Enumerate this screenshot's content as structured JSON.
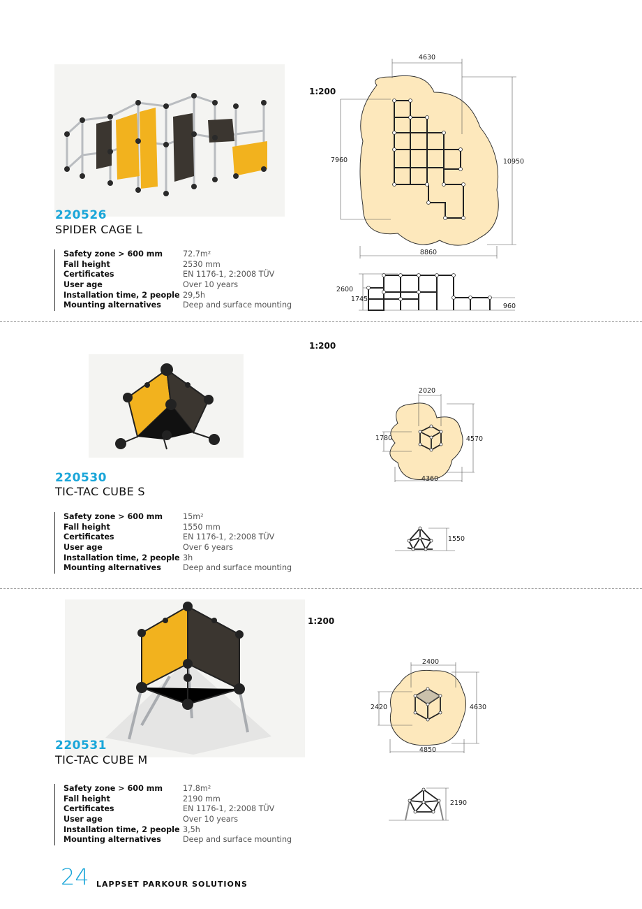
{
  "products": [
    {
      "code": "220526",
      "name": "SPIDER CAGE L",
      "scale": "1:200",
      "specs": [
        {
          "label": "Safety zone > 600 mm",
          "value": "72.7m²"
        },
        {
          "label": "Fall height",
          "value": "2530 mm"
        },
        {
          "label": "Certificates",
          "value": "EN 1176-1, 2:2008 TÜV"
        },
        {
          "label": "User age",
          "value": "Over 10 years"
        },
        {
          "label": "Installation time, 2 people",
          "value": "29,5h"
        },
        {
          "label": "Mounting alternatives",
          "value": "Deep and surface mounting"
        }
      ],
      "plan_dims": {
        "top": "4630",
        "left": "7960",
        "right": "10950",
        "bottom": "8860"
      },
      "elevation_dims": {
        "total": "2600",
        "mid": "1745",
        "low": "960"
      }
    },
    {
      "code": "220530",
      "name": "TIC-TAC CUBE S",
      "scale": "1:200",
      "specs": [
        {
          "label": "Safety zone > 600 mm",
          "value": "15m²"
        },
        {
          "label": "Fall height",
          "value": "1550 mm"
        },
        {
          "label": "Certificates",
          "value": "EN 1176-1, 2:2008 TÜV"
        },
        {
          "label": "User age",
          "value": "Over 6 years"
        },
        {
          "label": "Installation time, 2 people",
          "value": "3h"
        },
        {
          "label": "Mounting alternatives",
          "value": "Deep and surface mounting"
        }
      ],
      "plan_dims": {
        "top": "2020",
        "left": "1780",
        "right": "4570",
        "bottom": "4360"
      },
      "elevation_dims": {
        "height": "1550"
      }
    },
    {
      "code": "220531",
      "name": "TIC-TAC CUBE M",
      "scale": "1:200",
      "specs": [
        {
          "label": "Safety zone > 600 mm",
          "value": "17.8m²"
        },
        {
          "label": "Fall height",
          "value": "2190 mm"
        },
        {
          "label": "Certificates",
          "value": "EN 1176-1, 2:2008 TÜV"
        },
        {
          "label": "User age",
          "value": "Over 10 years"
        },
        {
          "label": "Installation time, 2 people",
          "value": "3,5h"
        },
        {
          "label": "Mounting alternatives",
          "value": "Deep and surface mounting"
        }
      ],
      "plan_dims": {
        "top": "2400",
        "left": "2420",
        "right": "4630",
        "bottom": "4850"
      },
      "elevation_dims": {
        "height": "2190"
      }
    }
  ],
  "footer": {
    "page_number": "24",
    "title": "LAPPSET PARKOUR SOLUTIONS"
  },
  "colors": {
    "accent": "#1aa6d9",
    "safety_zone": "#fde8bc",
    "panel_yellow": "#f2b21e",
    "panel_dark": "#3b3630"
  }
}
